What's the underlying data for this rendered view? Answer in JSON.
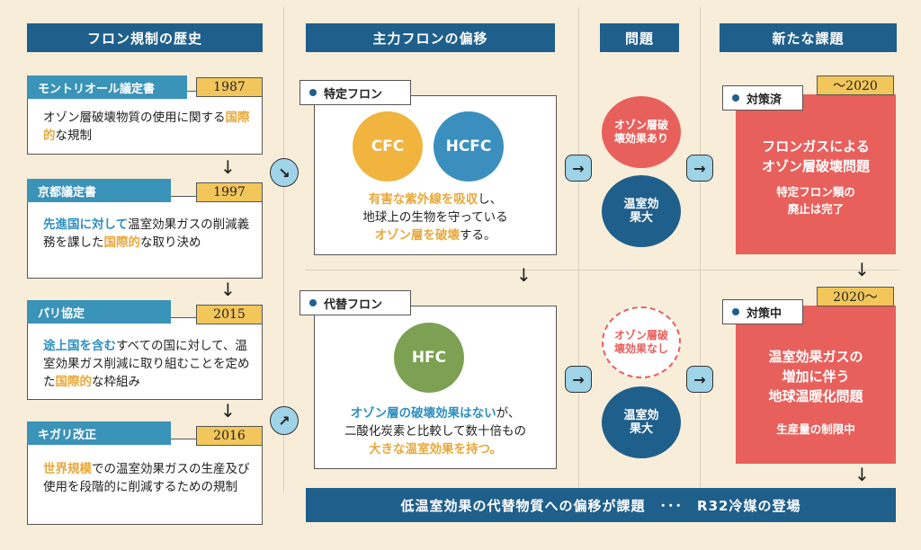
{
  "headers": {
    "history": "フロン規制の歴史",
    "transition": "主力フロンの偏移",
    "problem": "問題",
    "new_issue": "新たな課題"
  },
  "history": [
    {
      "name": "モントリオール議定書",
      "year": "1987",
      "text_a": "オゾン層破壊物質の使用に関する",
      "text_b": "国際的",
      "text_c": "な規制"
    },
    {
      "name": "京都議定書",
      "year": "1997",
      "text_hl1": "先進国に対して",
      "text_a": "温室効果ガスの削減義務を課した",
      "text_b": "国際的",
      "text_c": "な取り決め"
    },
    {
      "name": "パリ協定",
      "year": "2015",
      "text_hl1": "途上国を含む",
      "text_a": "すべての国に対して、温室効果ガス削減に取り組むことを定めた",
      "text_b": "国際的",
      "text_c": "な枠組み"
    },
    {
      "name": "キガリ改正",
      "year": "2016",
      "text_hl1": "世界規模",
      "text_a": "での温室効果ガスの生産及び使用を段階的に削減するための規制"
    }
  ],
  "transition": {
    "specific": {
      "label": "特定フロン",
      "circle1": "CFC",
      "circle2": "HCFC",
      "line1_hl": "有害な紫外線を吸収",
      "line1_rest": "し、",
      "line2": "地球上の生物を守っている",
      "line3_hl": "オゾン層を破壊",
      "line3_rest": "する。"
    },
    "alternative": {
      "label": "代替フロン",
      "circle": "HFC",
      "line1_hl": "オゾン層の破壊効果はない",
      "line1_rest": "が、",
      "line2": "二酸化炭素と比較して数十倍もの",
      "line3_hl": "大きな温室効果を持つ。"
    }
  },
  "problems": {
    "ozone_yes": "オゾン層破壊効果あり",
    "greenhouse_big": "温室効果大",
    "ozone_none": "オゾン層破壊効果なし",
    "greenhouse_big2": "温室効果大"
  },
  "new_issue": {
    "done_label": "対策済",
    "done_period": "～2020",
    "done_title1": "フロンガスによる",
    "done_title2": "オゾン層破壊問題",
    "done_sub1": "特定フロン類の",
    "done_sub2": "廃止は完了",
    "ongoing_label": "対策中",
    "ongoing_period": "2020～",
    "ongoing_title1": "温室効果ガスの",
    "ongoing_title2": "増加に伴う",
    "ongoing_title3": "地球温暖化問題",
    "ongoing_sub": "生産量の制限中"
  },
  "bottom_bar": "低温室効果の代替物質への偏移が課題　･･･　R32冷媒の登場",
  "colors": {
    "navy": "#1f5f8b",
    "tag_blue": "#3a93b8",
    "year_gold": "#f2c65a",
    "cfc_gold": "#f0b43f",
    "hcfc_blue": "#3a8fbf",
    "hfc_green": "#7da152",
    "red": "#e8605c",
    "arrow_bg": "#9ed3e8"
  }
}
